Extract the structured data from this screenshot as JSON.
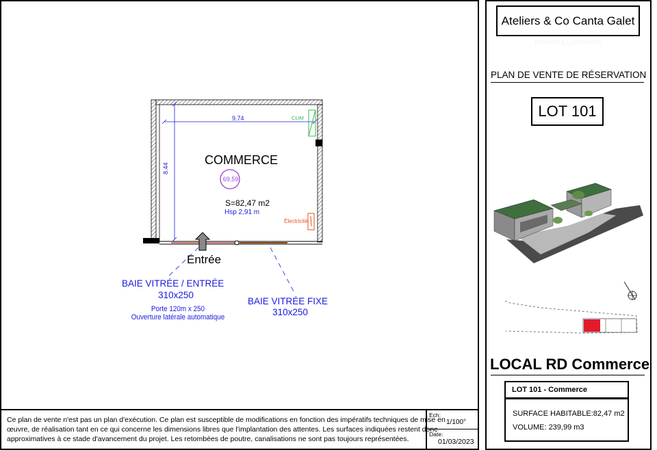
{
  "title_block": {
    "company": "Ateliers & Co Canta Galet",
    "company_sub": "ESPACES & LOGEMENTS",
    "plan_type": "PLAN DE VENTE DE RÉSERVATION",
    "lot": "LOT 101",
    "local_title": "LOCAL RD Commerce",
    "lot_sub": "LOT 101 - Commerce",
    "surface": "SURFACE HABITABLE:82,47 m2",
    "volume": "VOLUME: 239,99 m3"
  },
  "plan": {
    "room_name": "COMMERCE",
    "room_code": "69,59",
    "surface": "S=82,47 m2",
    "height": "Hsp 2,91 m",
    "dim_width": "9.74",
    "dim_height": "8.44",
    "clim": "CLIM",
    "electricite": "Électricité",
    "entree": "Entrée",
    "baie_entree_title": "BAIE VITRÉE / ENTRÉE",
    "baie_entree_size": "310x250",
    "porte": "Porte 120m x 250",
    "ouverture": "Ouverture latérale automatique",
    "baie_fixe_title": "BAIE VITRÉE FIXE",
    "baie_fixe_size": "310x250"
  },
  "footer": {
    "disclaimer_1": "Ce plan de vente n'est pas un plan d'exécution. Ce plan est susceptible de modifications en fonction des impératifs techniques de mise en",
    "disclaimer_2": "œuvre, de réalisation tant en ce qui concerne les dimensions libres que l'implantation des attentes. Les surfaces indiquées restent donc",
    "disclaimer_3": "approximatives à ce stade d'avancement du projet. Les retombées de poutre, canalisations ne sont pas toujours représentées.",
    "ech_label": "Ech:",
    "ech_value": "1/100°",
    "date_label": "Date:",
    "date_value": "01/03/2023"
  },
  "colors": {
    "blue": "#1a1adc",
    "purple": "#9b3fd1",
    "green": "#39b54a",
    "orange": "#e8501e",
    "red": "#e21b2c",
    "roof": "#3f6e3f"
  }
}
